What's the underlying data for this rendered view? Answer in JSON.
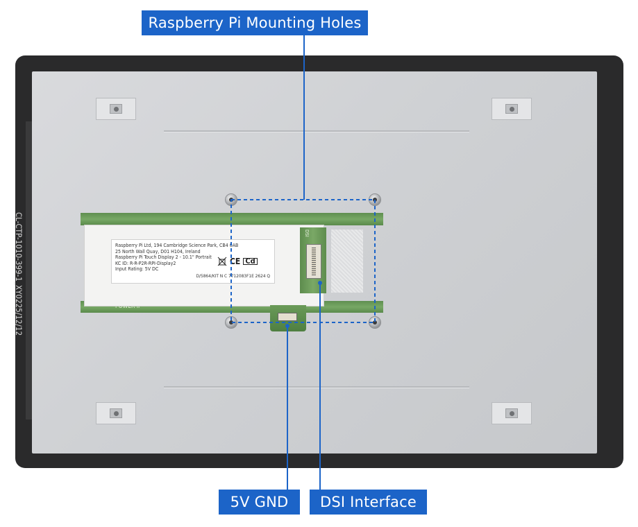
{
  "callouts": {
    "mounting_holes": "Raspberry Pi Mounting Holes",
    "power": "5V GND",
    "dsi": "DSI Interface"
  },
  "side_marking": "CL-CTP-1010-399-1_XY0225/12/12",
  "product_label": {
    "lines": [
      "Raspberry Pi Ltd, 194 Cambridge Science Park, CB4 0AB",
      "25 North Wall Quay, D01 H104, Ireland",
      "Raspberry Pi Touch Display 2 - 10.1\" Portrait",
      "KC ID: R-R-P2R-RPI-Display2",
      "Input Rating: 5V DC"
    ],
    "serial": "D/5864/KIT N C 7712083F1E 2624 Q",
    "ce_mark": "CE",
    "cd_mark": "Cd"
  },
  "pcb_silk": {
    "power": "POWER IP",
    "dsi": "DSI"
  },
  "colors": {
    "callout_bg": "#1c64c8",
    "callout_text": "#ffffff",
    "leader_line": "#1c64c8",
    "bezel": "#2a2a2b"
  },
  "icons": {
    "weee": "crossed-bin-icon"
  }
}
